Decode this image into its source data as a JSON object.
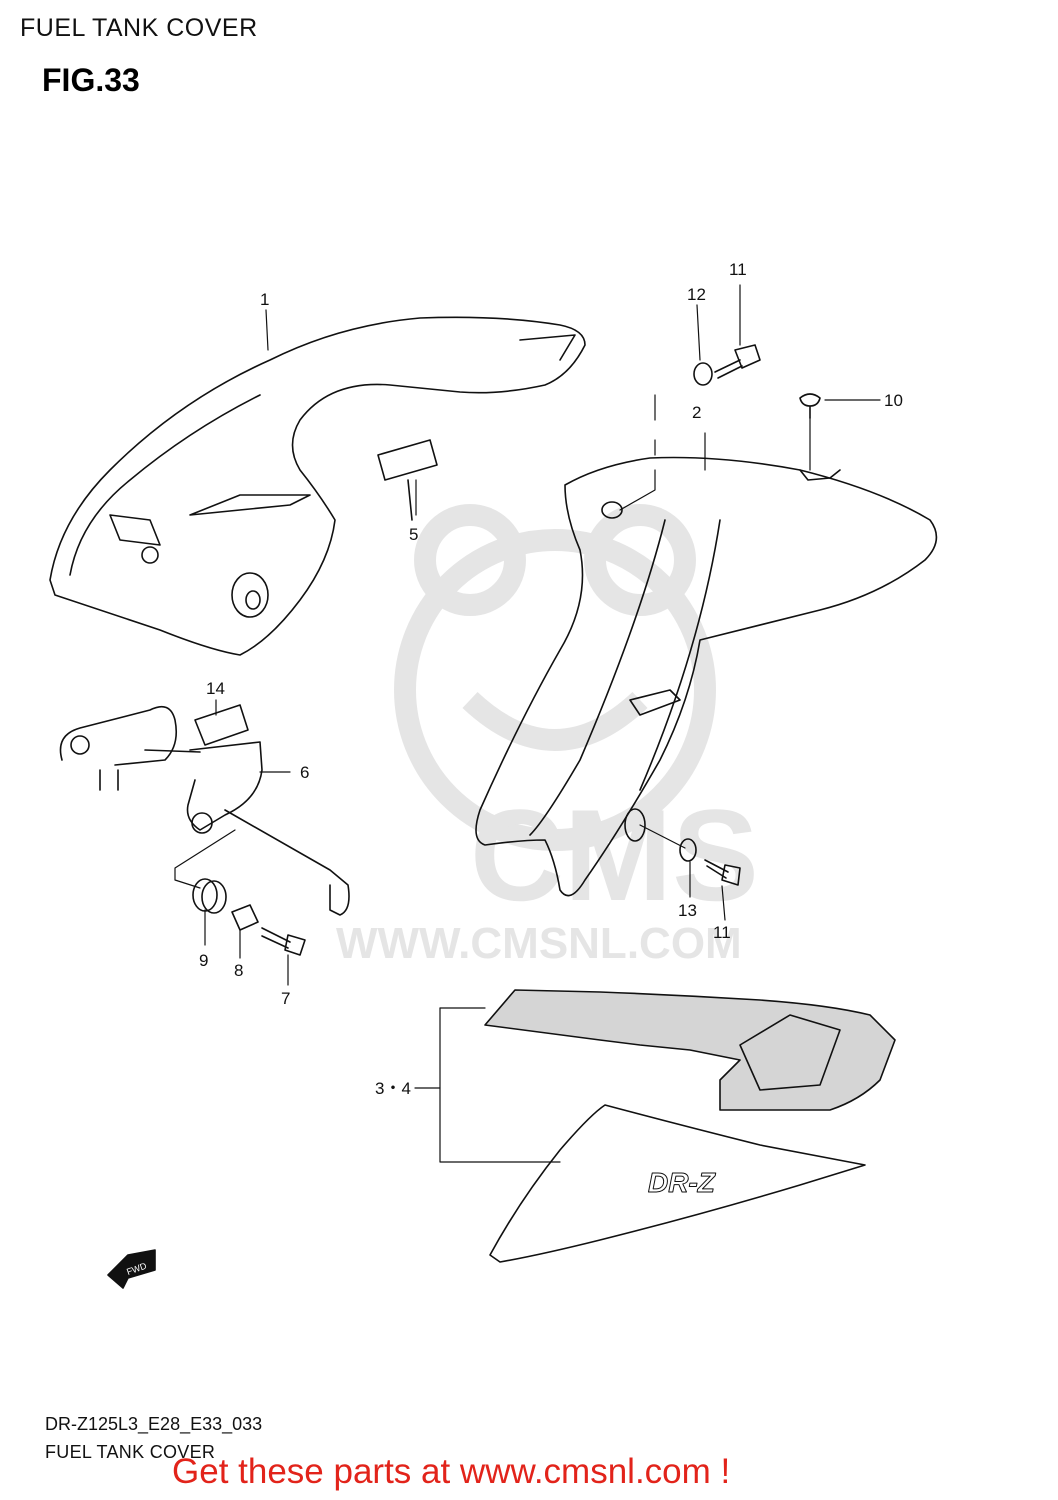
{
  "header": {
    "title": "FUEL TANK COVER"
  },
  "figure": {
    "label": "FIG.33"
  },
  "watermark": {
    "text": "WWW.CMSNL.COM",
    "logo_text": "CMS"
  },
  "callouts": {
    "c1": "1",
    "c2": "2",
    "c34": "3・4",
    "c5": "5",
    "c6": "6",
    "c7": "7",
    "c8": "8",
    "c9": "9",
    "c10": "10",
    "c11a": "11",
    "c11b": "11",
    "c12": "12",
    "c13": "13",
    "c14": "14"
  },
  "decal": {
    "text": "DR-Z"
  },
  "direction_arrow": {
    "text": "FWD"
  },
  "footer": {
    "model_code": "DR-Z125L3_E28_E33_033",
    "title": "FUEL TANK COVER",
    "promo": "Get these parts at www.cmsnl.com !"
  },
  "colors": {
    "promo": "#e2231a",
    "watermark": "#d0d0d0",
    "line": "#111111"
  }
}
